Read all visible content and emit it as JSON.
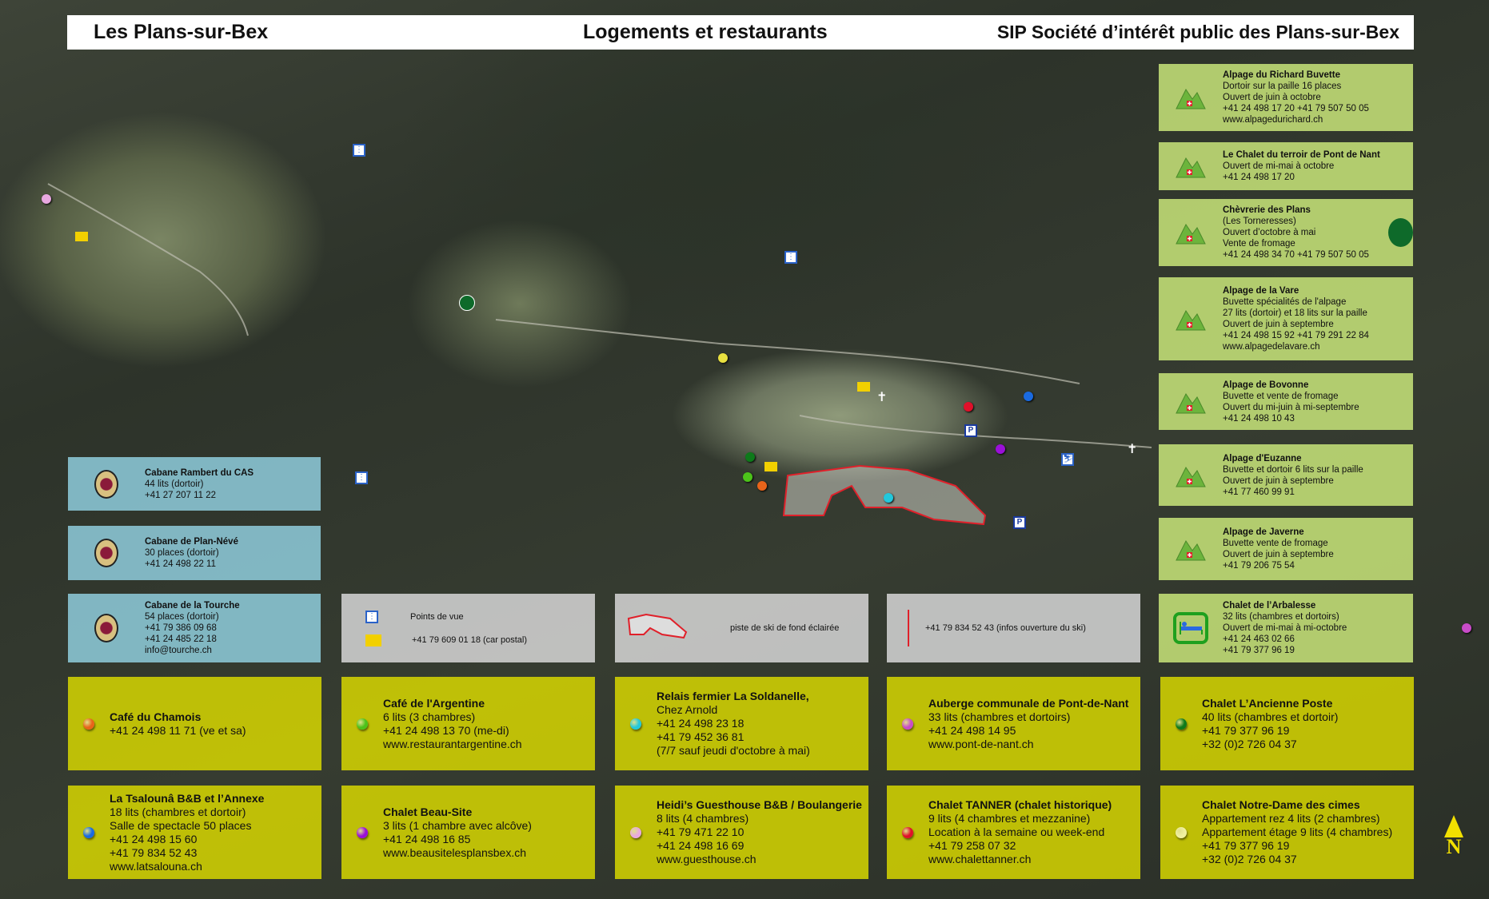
{
  "header": {
    "left": "Les Plans-sur-Bex",
    "center": "Logements et restaurants",
    "right": "SIP  Société d’intérêt public des Plans-sur-Bex"
  },
  "alpages": [
    {
      "icon": "alpage-icon",
      "lines": [
        "Alpage du Richard  Buvette",
        "Dortoir sur la paille 16 places",
        "Ouvert de juin à octobre",
        "+41 24 498 17 20  +41 79 507 50 05",
        "www.alpagedurichard.ch"
      ]
    },
    {
      "icon": "alpage-icon",
      "lines": [
        "Le Chalet du terroir de Pont de Nant",
        "Ouvert de mi-mai à octobre",
        "+41 24 498 17 20"
      ]
    },
    {
      "icon": "alpage-icon",
      "lines": [
        "Chèvrerie des Plans",
        "(Les Torneresses)",
        "Ouvert d’octobre à mai",
        "Vente de fromage",
        "+41 24 498 34 70  +41 79 507 50 05"
      ]
    },
    {
      "icon": "alpage-icon",
      "lines": [
        "Alpage de la Vare",
        "Buvette spécialités de l'alpage",
        "27 lits (dortoir) et 18 lits sur la paille",
        "Ouvert de juin à septembre",
        "+41 24 498 15 92  +41 79 291 22 84",
        "www.alpagedelavare.ch"
      ]
    },
    {
      "icon": "alpage-icon",
      "lines": [
        "Alpage de Bovonne",
        "Buvette et vente de fromage",
        "Ouvert du mi-juin à mi-septembre",
        "+41 24 498 10 43"
      ]
    },
    {
      "icon": "alpage-icon",
      "lines": [
        "Alpage d'Euzanne",
        "Buvette et dortoir 6 lits sur la paille",
        "Ouvert de juin à septembre",
        "+41 77 460 99 91"
      ]
    },
    {
      "icon": "alpage-icon",
      "lines": [
        "Alpage de Javerne",
        "Buvette vente de fromage",
        "Ouvert de juin à septembre",
        "+41 79 206 75 54"
      ]
    },
    {
      "icon": "bed-icon",
      "lines": [
        "Chalet de l’Arbalesse",
        "32 lits (chambres et dortoirs)",
        "Ouvert de mi-mai à mi-octobre",
        "+41 24 463 02 66",
        "+41 79 377 96 19"
      ]
    }
  ],
  "cabanes": [
    {
      "lines": [
        "Cabane Rambert du CAS",
        "44 lits (dortoir)",
        "+41 27 207 11 22"
      ]
    },
    {
      "lines": [
        "Cabane de Plan-Névé",
        "30 places (dortoir)",
        "+41 24 498 22 11"
      ]
    },
    {
      "lines": [
        "Cabane de la Tourche",
        "54 places (dortoir)",
        "+41 79 386 09 68",
        "+41 24 485 22 18",
        "info@tourche.ch"
      ]
    }
  ],
  "legend": {
    "viewpoints": "Points de vue",
    "postal": "+41 79 609 01 18 (car postal)",
    "ski_trail": "piste de ski de fond éclairée",
    "ski_lift": "+41 79 834 52 43 (infos ouverture du ski)"
  },
  "restaurants": [
    {
      "color": "#e8641a",
      "lines": [
        "Café du Chamois",
        "+41 24 498 11 71 (ve et sa)"
      ]
    },
    {
      "color": "#4cc21a",
      "lines": [
        "Café de l'Argentine",
        "6 lits (3 chambres)",
        "+41 24 498 13 70 (me-di)",
        "www.restaurantargentine.ch"
      ]
    },
    {
      "color": "#22c8dc",
      "lines": [
        "Relais fermier La Soldanelle,",
        "Chez Arnold",
        "+41 24 498 23 18",
        "+41 79 452 36 81",
        "(7/7 sauf jeudi d'octobre à mai)"
      ]
    },
    {
      "color": "#c84cc8",
      "lines": [
        "Auberge communale de Pont-de-Nant",
        "33 lits (chambres et dortoirs)",
        "+41 24 498 14 95",
        "www.pont-de-nant.ch"
      ]
    },
    {
      "color": "#0e7a1a",
      "lines": [
        "Chalet L’Ancienne Poste",
        "40 lits (chambres et dortoir)",
        "+41 79 377 96 19",
        "+32 (0)2 726 04 37"
      ]
    },
    {
      "color": "#1a6ae0",
      "lines": [
        "La Tsalounâ B&B et l’Annexe",
        "18 lits (chambres et dortoir)",
        "Salle de spectacle 50 places",
        "+41 24 498 15 60",
        "+41 79 834 52 43",
        "www.latsalouna.ch"
      ]
    },
    {
      "color": "#9a10d8",
      "lines": [
        "Chalet Beau-Site",
        "3 lits (1 chambre avec alcôve)",
        "+41 24 498 16 85",
        "www.beausitelesplansbex.ch"
      ]
    },
    {
      "color": "#e8a8e0",
      "lines": [
        "Heidi’s Guesthouse B&B / Boulangerie",
        "8 lits (4 chambres)",
        "+41 79 471 22 10",
        "+41 24 498 16 69",
        "www.guesthouse.ch"
      ]
    },
    {
      "color": "#e0102a",
      "lines": [
        "Chalet TANNER (chalet historique)",
        "9 lits (4 chambres et mezzanine)",
        "Location à la semaine ou week-end",
        "+41 79 258 07 32",
        "www.chalettanner.ch"
      ]
    },
    {
      "color": "#f0f0a0",
      "lines": [
        "Chalet Notre-Dame des cimes",
        "Appartement rez 4 lits (2 chambres)",
        "Appartement étage 9 lits (4 chambres)",
        "+41 79 377 96 19",
        "+32 (0)2 726 04 37"
      ]
    }
  ],
  "compass": "N"
}
